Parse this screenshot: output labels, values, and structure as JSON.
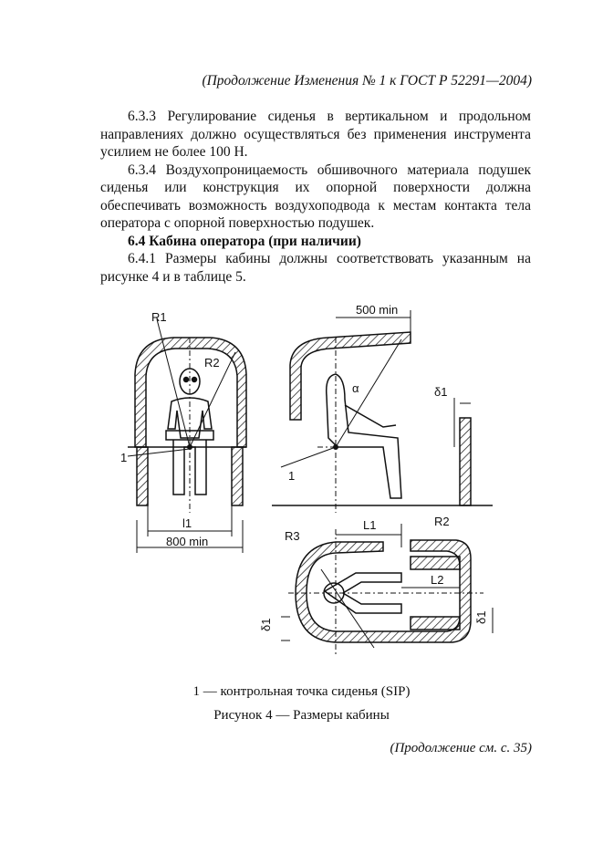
{
  "header": {
    "continuation": "(Продолжение Изменения № 1 к ГОСТ   Р 52291—2004)"
  },
  "paragraphs": [
    {
      "text": "6.3.3 Регулирование сиденья в вертикальном и продольном направлениях должно осуществляться без применения инструмента усилием не более 100 Н."
    },
    {
      "text": "6.3.4 Воздухопроницаемость обшивочного материала подушек сиденья или конструкция их опорной поверхности должна обеспечивать возможность воздухоподвода к местам контакта тела оператора с опорной поверхностью подушек."
    },
    {
      "text": "6.4 Кабина оператора (при наличии)"
    },
    {
      "text": "6.4.1 Размеры кабины должны соответствовать указанным на рисунке 4 и в таблице 5."
    }
  ],
  "figure": {
    "labels": {
      "r1": "R1",
      "r2": "R2",
      "r3": "R3",
      "l1_front": "l1",
      "l1_side": "L1",
      "l2": "L2",
      "width": "800 min",
      "reach": "500 min",
      "d1_side": "δ1",
      "d1_top_left": "δ1",
      "d1_top_right": "δ1",
      "point_front": "1",
      "point_side": "1",
      "angle": "α"
    },
    "caption_note": "1 — контрольная точка сиденья (SIP)",
    "caption_title": "Рисунок 4 — Размеры кабины"
  },
  "footer": {
    "continuation": "(Продолжение см. с. 35)"
  }
}
